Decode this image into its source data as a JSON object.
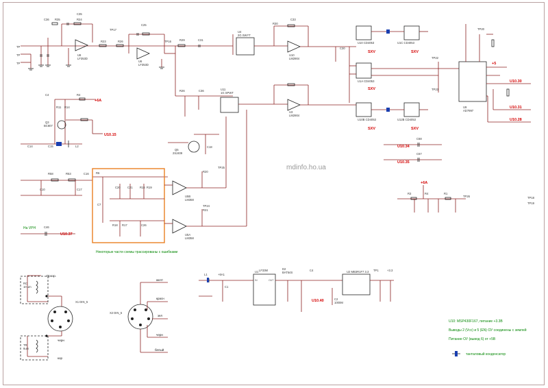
{
  "watermark": "mdinfo.ho.ua",
  "annotations": {
    "traced_block": "Некоторые части схемы трассированы с ошибками",
    "notes": [
      "U10: MSP430F167, питание +3.3В",
      "Выводы 2 (Vcc) и 5 (EN) ОУ соединены с землей",
      "Питание ОУ (вывод 6) от +5В"
    ],
    "legend_cap": "танталовый конденсатор",
    "na_vph": "На VPH"
  },
  "nets": {
    "plus6a": "+6А",
    "plus5": "+5",
    "u10_15": "U10.15",
    "u10_30": "U10.30",
    "u10_31": "U10.31",
    "u10_28": "U10.28",
    "u10_34": "U10.34",
    "u10_35": "U10.35",
    "u10_37": "U10.37",
    "u10_40": "U10.40",
    "tp": [
      "TP18",
      "TP19"
    ]
  },
  "components": {
    "opamps": [
      "U8 LF353D",
      "U6 LF353D",
      "U4 LM2904",
      "U3 LM2904",
      "U5B LM358",
      "U5A LM358"
    ],
    "switches": [
      "U4 2G SWYT",
      "U11 1G SPWT"
    ],
    "ics": [
      "U9 AD7997",
      "U1 LF33ABV",
      "U2 MB3R1F7 3.3"
    ],
    "gates": [
      "U10 CD4053",
      "U1A CD4053",
      "U10B CD4053",
      "U12B CD4053"
    ],
    "transistor": "Q3 BC807",
    "fet": "Q5 2SJ409",
    "diode": "D2 BAT54S",
    "sxv": [
      "SXV",
      "SXV",
      "SXV",
      "SXV"
    ]
  },
  "connectors": {
    "x1": "X1 DIN_5",
    "x2": "X2 DIN_5",
    "left_labels": [
      "Прозр.",
      "черн",
      "кор"
    ],
    "right_labels": [
      "желт",
      "красн",
      "зел",
      "черн",
      "белый"
    ]
  },
  "colors": {
    "wire": "#8b2020",
    "net_label": "#d40000",
    "annotation": "#0a8a0a",
    "highlight": "#ea7f22",
    "tantalum": "#1a3fb0"
  }
}
